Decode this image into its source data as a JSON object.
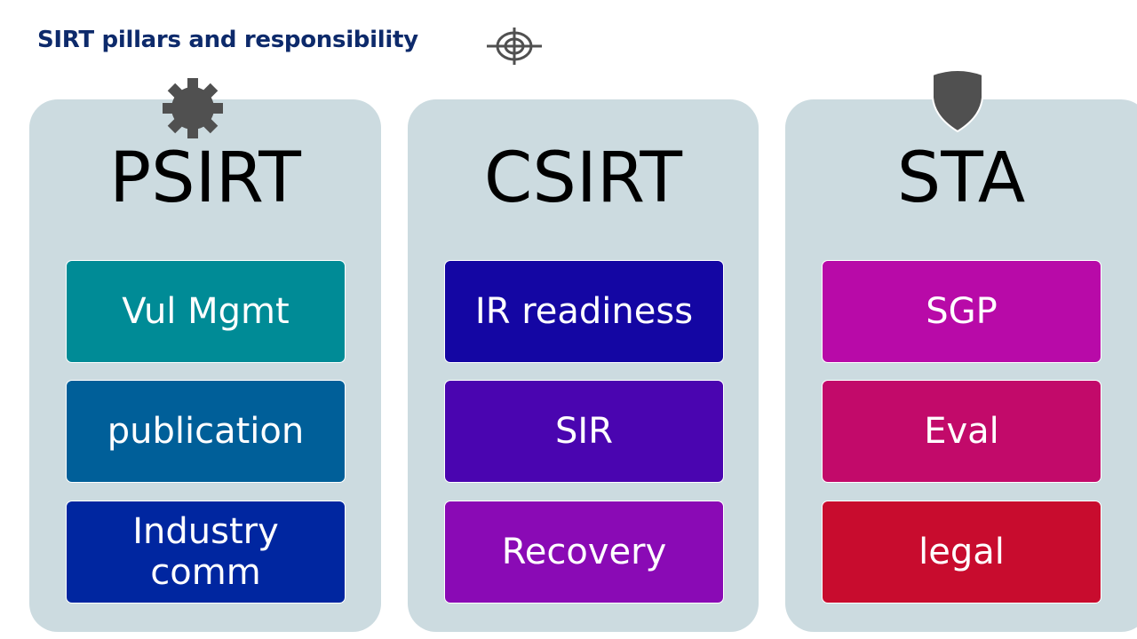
{
  "title": "SIRT pillars and responsibility",
  "icons": {
    "title_icon": "target-icon",
    "psirt_icon": "gear-icon",
    "sta_icon": "shield-icon"
  },
  "colors": {
    "title": "#0d2a6b",
    "pillar_bg": "#ccdbe0",
    "icon": "#505050"
  },
  "pillars": [
    {
      "name": "PSIRT",
      "items": [
        {
          "label": "Vul Mgmt",
          "color": "#008b96"
        },
        {
          "label": "publication",
          "color": "#005f99"
        },
        {
          "label": "Industry comm",
          "color": "#0026a0"
        }
      ]
    },
    {
      "name": "CSIRT",
      "items": [
        {
          "label": "IR readiness",
          "color": "#1406a3"
        },
        {
          "label": "SIR",
          "color": "#4a05b0"
        },
        {
          "label": "Recovery",
          "color": "#8a0ab5"
        }
      ]
    },
    {
      "name": "STA",
      "items": [
        {
          "label": "SGP",
          "color": "#b80aa8"
        },
        {
          "label": "Eval",
          "color": "#c20a6a"
        },
        {
          "label": "legal",
          "color": "#c80c2e"
        }
      ]
    }
  ]
}
